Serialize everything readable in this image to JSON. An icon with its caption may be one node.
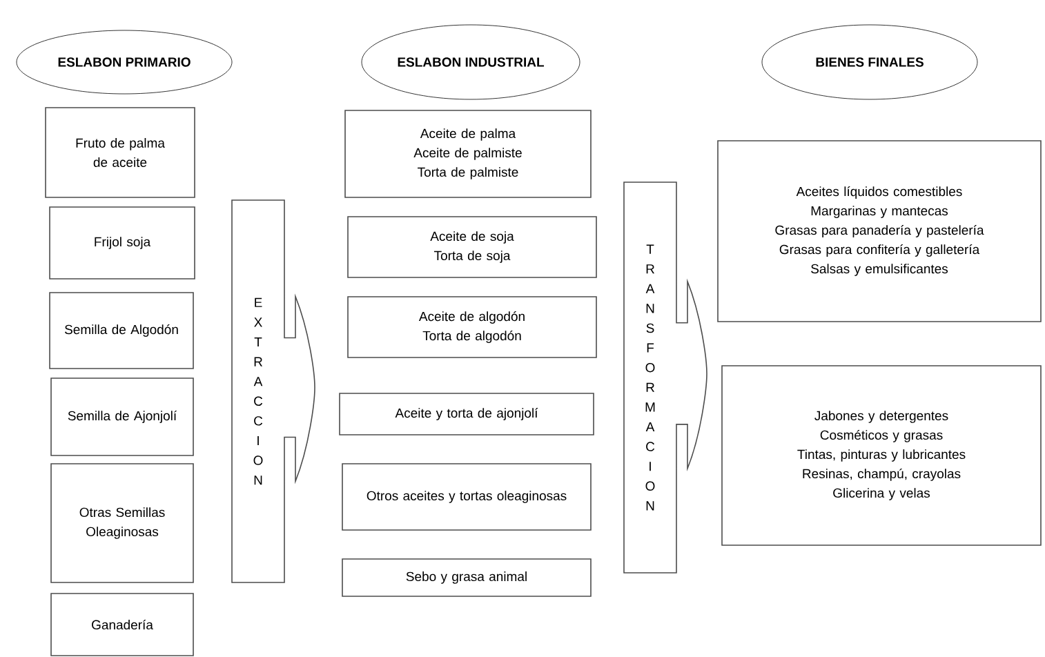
{
  "diagram": {
    "nodes": [
      {
        "text": [
          "ESLABON PRIMARIO"
        ]
      },
      {
        "text": [
          "ESLABON INDUSTRIAL"
        ]
      },
      {
        "text": [
          "BIENES FINALES"
        ]
      },
      {
        "text": [
          "Fruto de palma de aceite"
        ]
      },
      {
        "text": [
          "Frijol soja"
        ]
      },
      {
        "text": [
          "Semilla de Algodón"
        ]
      },
      {
        "text": [
          "Semilla de Ajonjolí"
        ]
      },
      {
        "text": [
          "Otras Semillas Oleaginosas"
        ]
      },
      {
        "text": [
          "Ganadería"
        ]
      },
      {
        "text": [
          "EXTRACCION"
        ]
      },
      {
        "text": [
          "Aceite de palma",
          "Aceite de palmiste",
          "Torta de palmiste"
        ]
      },
      {
        "text": [
          "Aceite de soja",
          "Torta de soja"
        ]
      },
      {
        "text": [
          "Aceite de algodón",
          "Torta de algodón"
        ]
      },
      {
        "text": [
          "Aceite y torta de ajonjolí"
        ]
      },
      {
        "text": [
          "Otros aceites y tortas oleaginosas"
        ]
      },
      {
        "text": [
          "Sebo y grasa animal"
        ]
      },
      {
        "text": [
          "TRANSFORMACION"
        ]
      },
      {
        "text": [
          "Aceites líquidos comestibles",
          "Margarinas y mantecas",
          "Grasas para panadería y pastelería",
          "Grasas para confitería y galletería",
          "Salsas y emulsificantes"
        ]
      },
      {
        "text": [
          "Jabones y detergentes",
          "Cosméticos y grasas",
          "Tintas, pinturas y lubricantes",
          "Resinas, champú, crayolas",
          "Glicerina y velas"
        ]
      }
    ]
  }
}
